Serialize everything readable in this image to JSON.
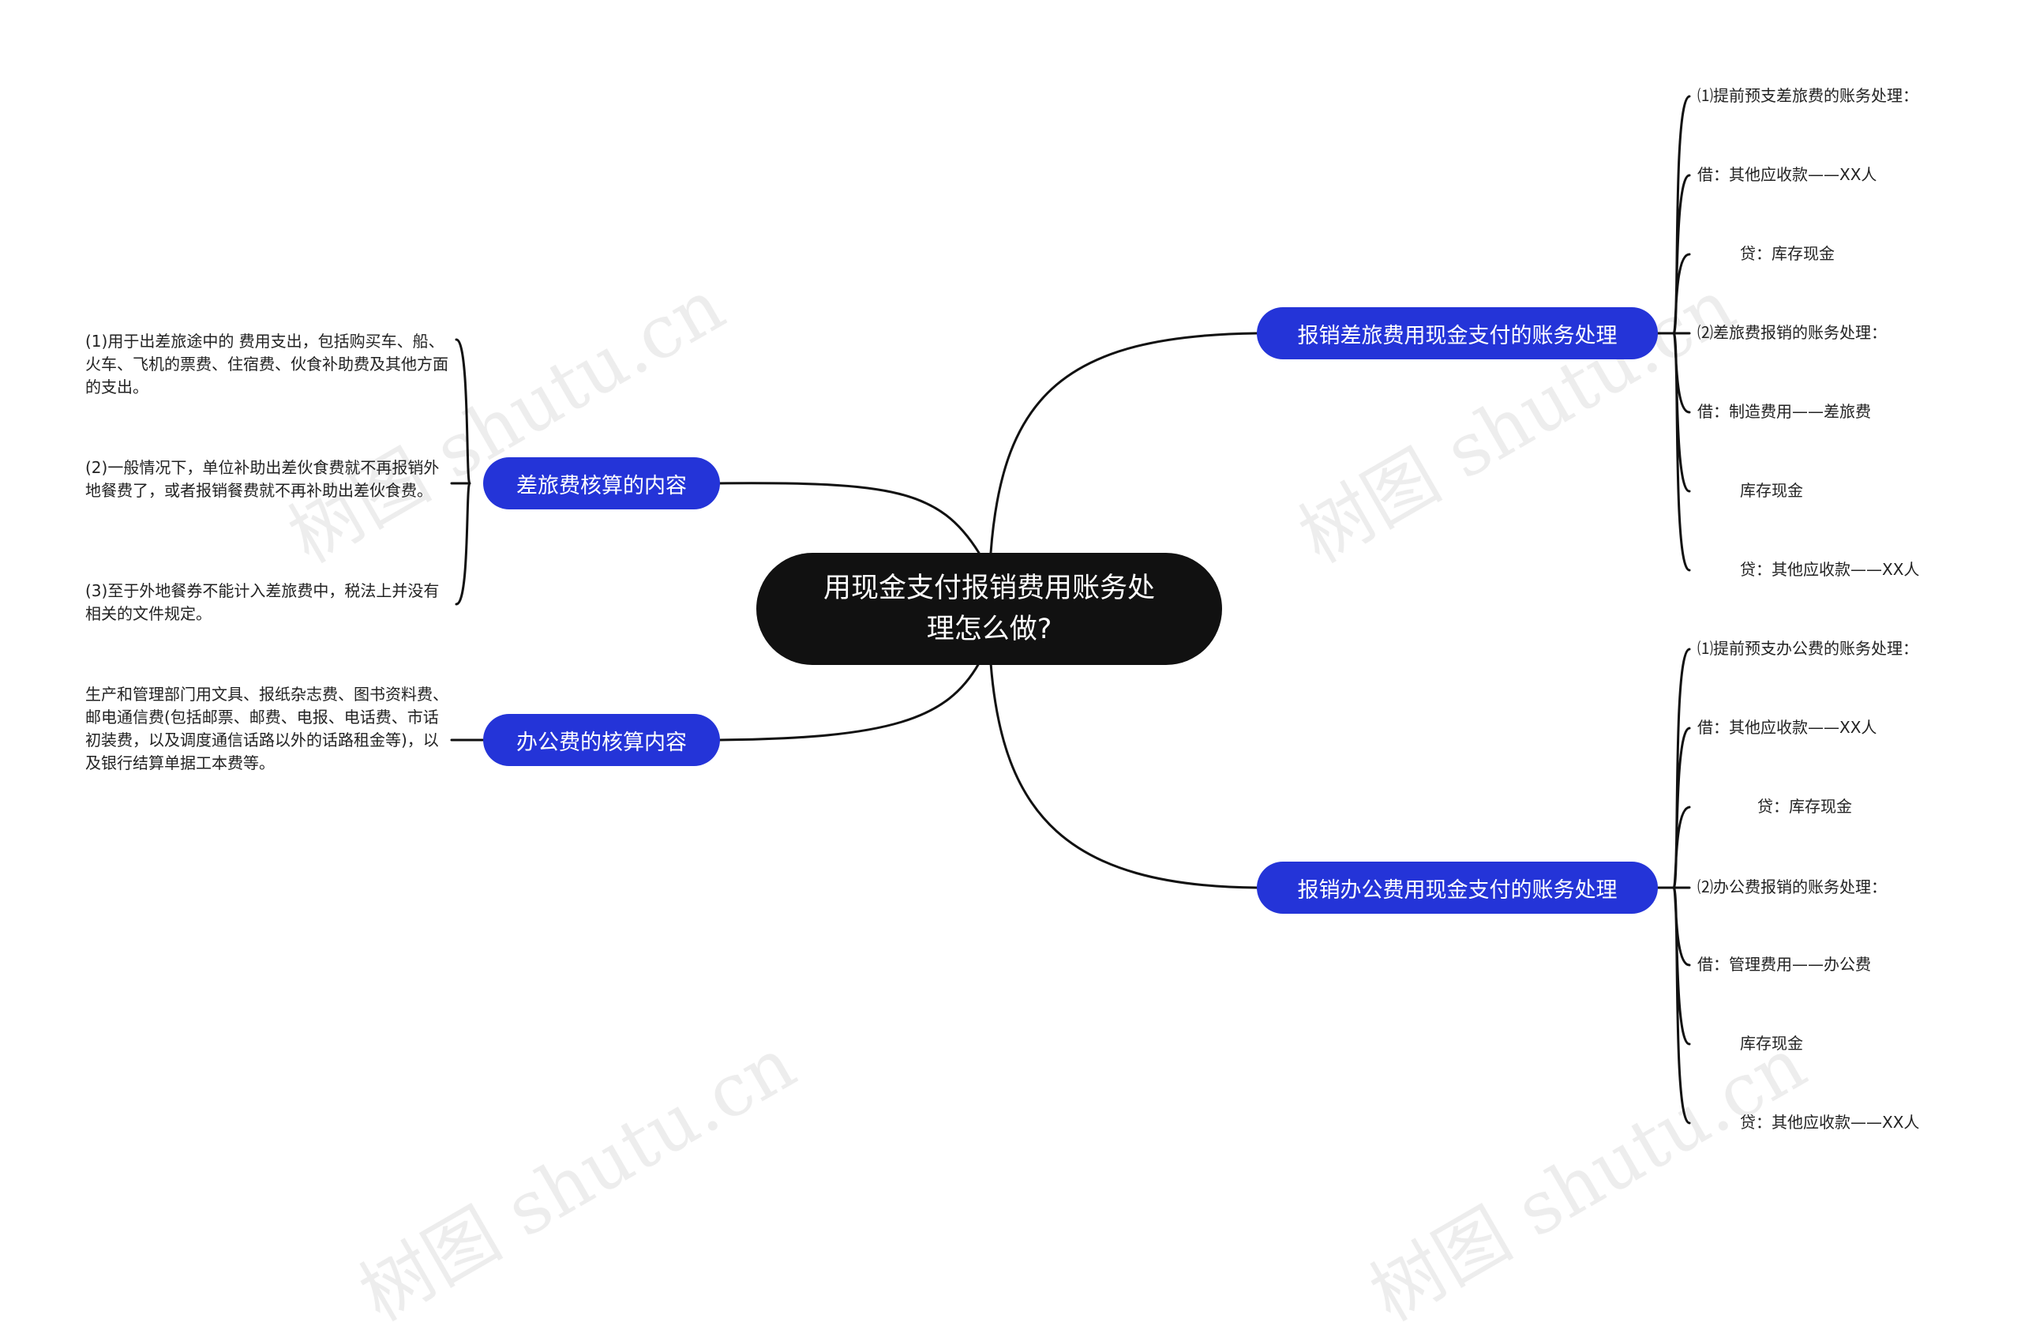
{
  "watermark": "树图 shutu.cn",
  "root": {
    "label": "用现金支付报销费用账务处理怎么做?"
  },
  "left_branches": [
    {
      "label": "差旅费核算的内容",
      "leaves": [
        "(1)用于出差旅途中的 费用支出，包括购买车、船、火车、飞机的票费、住宿费、伙食补助费及其他方面的支出。",
        "(2)一般情况下，单位补助出差伙食费就不再报销外地餐费了，或者报销餐费就不再补助出差伙食费。",
        "(3)至于外地餐券不能计入差旅费中，税法上并没有相关的文件规定。"
      ]
    },
    {
      "label": "办公费的核算内容",
      "leaves": [
        "生产和管理部门用文具、报纸杂志费、图书资料费、邮电通信费(包括邮票、邮费、电报、电话费、市话初装费，以及调度通信话路以外的话路租金等)，以及银行结算单据工本费等。"
      ]
    }
  ],
  "right_branches": [
    {
      "label": "报销差旅费用现金支付的账务处理",
      "leaves": [
        "⑴提前预支差旅费的账务处理：",
        "借：其他应收款——XX人",
        "贷：库存现金",
        "⑵差旅费报销的账务处理：",
        "借：制造费用——差旅费",
        "库存现金",
        "贷：其他应收款——XX人"
      ]
    },
    {
      "label": "报销办公费用现金支付的账务处理",
      "leaves": [
        "⑴提前预支办公费的账务处理：",
        "借：其他应收款——XX人",
        "贷：库存现金",
        "⑵办公费报销的账务处理：",
        "借：管理费用——办公费",
        "库存现金",
        "贷：其他应收款——XX人"
      ]
    }
  ]
}
